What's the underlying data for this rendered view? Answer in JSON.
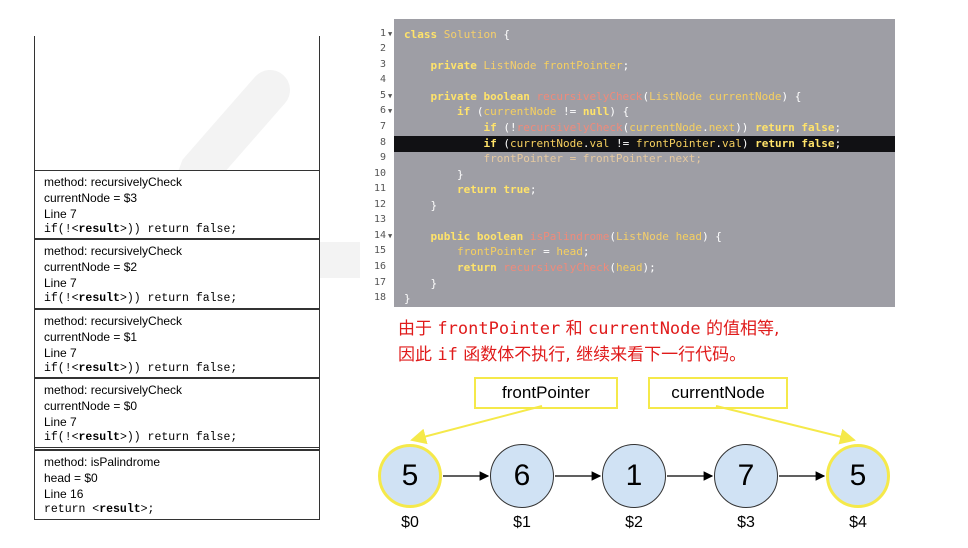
{
  "call_stack": [
    {
      "method": "method: recursivelyCheck",
      "var": "currentNode  = $3",
      "line": "Line 7",
      "code_pre": "if(!<",
      "code_bold": "result",
      "code_post": ">)) return false;"
    },
    {
      "method": "method: recursivelyCheck",
      "var": "currentNode  = $2",
      "line": "Line 7",
      "code_pre": "if(!<",
      "code_bold": "result",
      "code_post": ">)) return false;"
    },
    {
      "method": "method: recursivelyCheck",
      "var": "currentNode  = $1",
      "line": "Line 7",
      "code_pre": "if(!<",
      "code_bold": "result",
      "code_post": ">)) return false;"
    },
    {
      "method": "method: recursivelyCheck",
      "var": "currentNode  = $0",
      "line": "Line 7",
      "code_pre": "if(!<",
      "code_bold": "result",
      "code_post": ">)) return false;"
    },
    {
      "method": "method: isPalindrome",
      "var": "head = $0",
      "line": "Line 16",
      "code_pre": "return <",
      "code_bold": "result",
      "code_post": ">;"
    }
  ],
  "code": {
    "line_numbers": [
      "1",
      "2",
      "3",
      "4",
      "5",
      "6",
      "7",
      "8",
      "9",
      "10",
      "11",
      "12",
      "13",
      "14",
      "15",
      "16",
      "17",
      "18"
    ],
    "highlighted_line": 8
  },
  "explanation": {
    "line1_a": "由于 ",
    "line1_code1": "frontPointer",
    "line1_b": " 和 ",
    "line1_code2": "currentNode",
    "line1_c": " 的值相等,",
    "line2_a": "因此 ",
    "line2_code": "if",
    "line2_b": " 函数体不执行, 继续来看下一行代码。"
  },
  "pointers": {
    "front": "frontPointer",
    "current": "currentNode"
  },
  "list": {
    "values": [
      "5",
      "6",
      "1",
      "7",
      "5"
    ],
    "addresses": [
      "$0",
      "$1",
      "$2",
      "$3",
      "$4"
    ]
  },
  "colors": {
    "highlight_yellow": "#f5e94a",
    "node_fill": "#d0e2f4",
    "explain_red": "#e01b1b"
  }
}
